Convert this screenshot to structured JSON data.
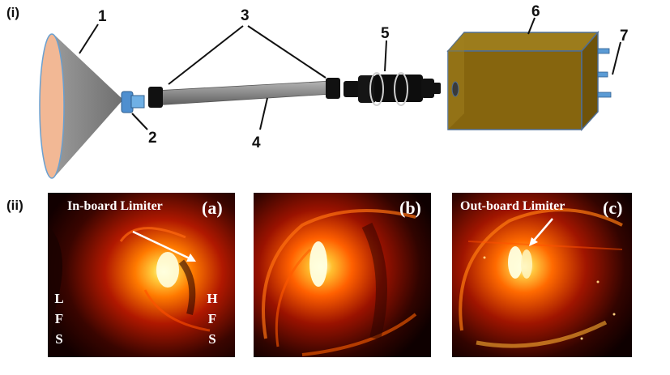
{
  "panel_labels": {
    "top": "(i)",
    "bottom": "(ii)"
  },
  "part_numbers": [
    "1",
    "2",
    "3",
    "4",
    "5",
    "6",
    "7"
  ],
  "subpanels": [
    {
      "tag": "(a)",
      "annotation": "In-board Limiter",
      "left_side": [
        "L",
        "F",
        "S"
      ],
      "right_side": [
        "H",
        "F",
        "S"
      ]
    },
    {
      "tag": "(b)"
    },
    {
      "tag": "(c)",
      "annotation": "Out-board  Limiter"
    }
  ],
  "colors": {
    "cone": "#8a8a8a",
    "cone_rim": "#f0b090",
    "connector_blue": "#5b9bd5",
    "rod": "#8c8c8c",
    "black_parts": "#111111",
    "camera_body": "#8a6a10",
    "camera_edge": "#4a6a90"
  }
}
